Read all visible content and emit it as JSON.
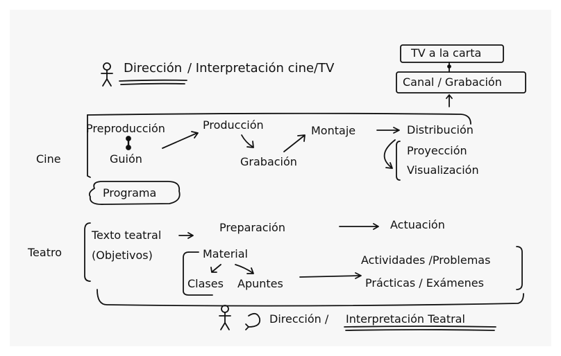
{
  "header": {
    "direccion": "Dirección",
    "interpretacion": "/ Interpretación cine/TV"
  },
  "tv": {
    "carta": "TV a la carta",
    "canal": "Canal / Grabación"
  },
  "cine": {
    "label": "Cine",
    "preproduccion": "Preproducción",
    "guion": "Guión",
    "produccion": "Producción",
    "grabacion": "Grabación",
    "montaje": "Montaje",
    "distribucion": "Distribución",
    "proyeccion": "Proyección",
    "visualizacion": "Visualización"
  },
  "programa": "Programa",
  "teatro": {
    "label": "Teatro",
    "texto": "Texto teatral",
    "objetivos": "(Objetivos)",
    "preparacion": "Preparación",
    "actuacion": "Actuación",
    "material": "Material",
    "clases": "Clases",
    "apuntes": "Apuntes",
    "actividades": "Actividades /Problemas",
    "practicas": "Prácticas / Exámenes"
  },
  "footer": {
    "direccion": "Dirección /",
    "interpretacion": "Interpretación Teatral"
  },
  "icons": [
    "person-icon",
    "cycle-arrow-icon"
  ]
}
